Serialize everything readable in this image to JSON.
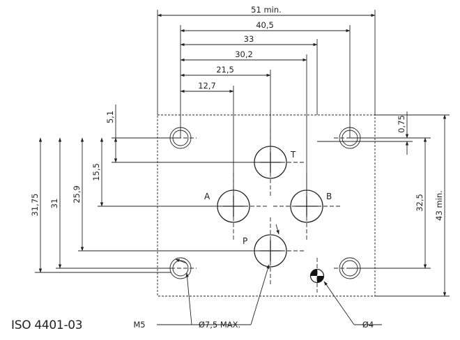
{
  "standard": "ISO 4401-03",
  "dimensions_horizontal": [
    "51 min.",
    "40,5",
    "33",
    "30,2",
    "21,5",
    "12,7"
  ],
  "dimensions_vertical_left": [
    "31,75",
    "31",
    "25,9",
    "15,5",
    "5,1"
  ],
  "dimensions_vertical_right": [
    "0,75",
    "32,5",
    "43 min."
  ],
  "ports": {
    "T": "T",
    "A": "A",
    "B": "B",
    "P": "P"
  },
  "callouts": {
    "thread": "M5",
    "port_diameter": "Ø7,5 MAX.",
    "pin_diameter": "Ø4"
  },
  "colors": {
    "line": "#222222",
    "background": "#ffffff"
  }
}
